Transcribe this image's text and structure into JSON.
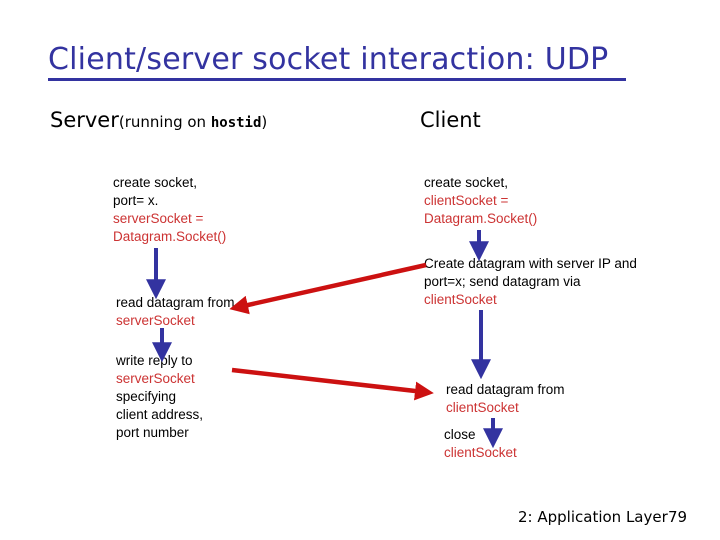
{
  "slide": {
    "title": "Client/server socket interaction: UDP",
    "title_color": "#3333A0",
    "code_color": "#CC3333",
    "arrow_blue": "#3333A0",
    "arrow_red": "#CC1111"
  },
  "columns": {
    "server": {
      "heading_main": "Server",
      "heading_paren_open": "(running on ",
      "heading_mono": "hostid",
      "heading_paren_close": ")"
    },
    "client": {
      "heading_main": "Client"
    }
  },
  "server_steps": [
    {
      "id": "step-s1",
      "plain": "create socket,\nport= x.\n",
      "code": "serverSocket =\nDatagram.Socket()"
    },
    {
      "id": "step-s2",
      "plain": "read datagram from\n",
      "code": "serverSocket"
    },
    {
      "id": "step-s3",
      "plain_before": "write reply to\n",
      "code": "serverSocket",
      "plain_after": "\nspecifying\nclient address,\nport number"
    }
  ],
  "client_steps": [
    {
      "id": "step-c1",
      "plain": "create socket,\n",
      "code": "clientSocket =\nDatagram.Socket()"
    },
    {
      "id": "step-c2",
      "plain": "Create datagram with server IP and\nport=x; send datagram via\n",
      "code": " clientSocket"
    },
    {
      "id": "step-c3",
      "plain": "read datagram from\n",
      "code": "clientSocket"
    },
    {
      "id": "step-c4",
      "plain": "close\n",
      "code": " clientSocket"
    }
  ],
  "footer": {
    "label": "2: Application Layer",
    "page": "79"
  }
}
